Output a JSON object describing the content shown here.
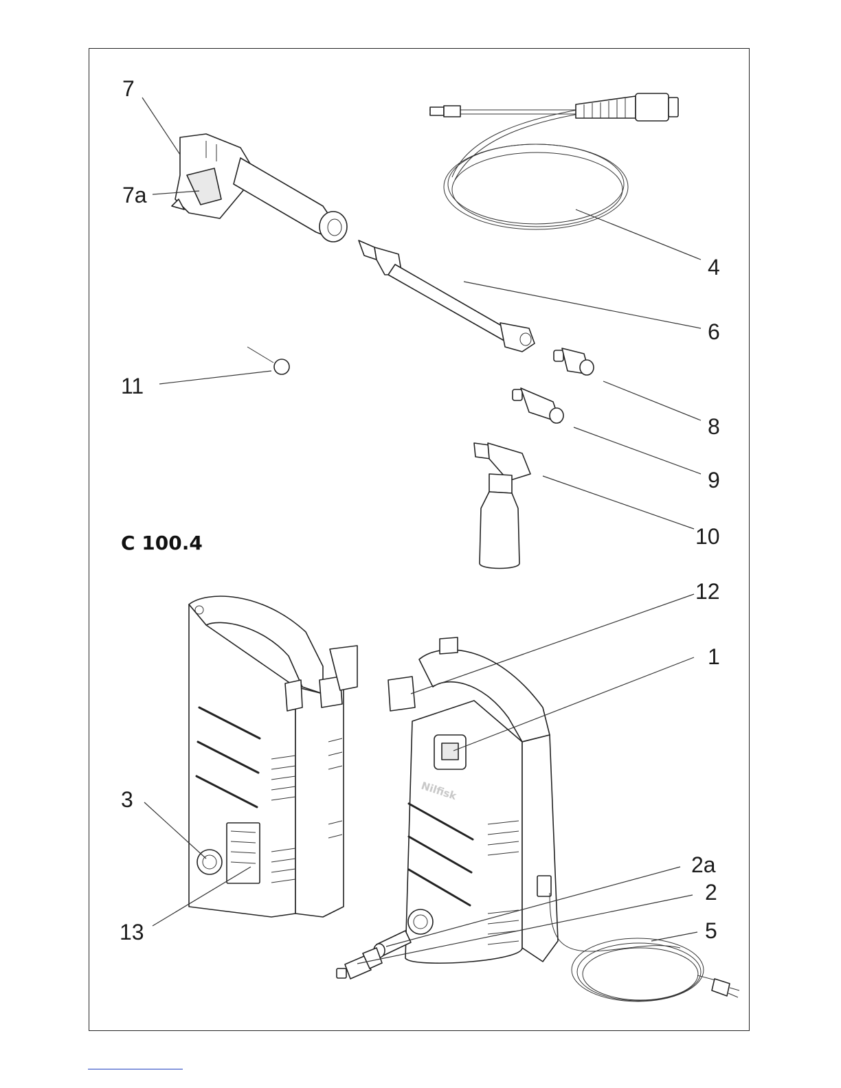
{
  "model_title": "C 100.4",
  "brand": "Nilfisk",
  "callouts": {
    "c1": "1",
    "c2": "2",
    "c2a": "2a",
    "c3": "3",
    "c4": "4",
    "c5": "5",
    "c6": "6",
    "c7": "7",
    "c7a": "7a",
    "c8": "8",
    "c9": "9",
    "c10": "10",
    "c11": "11",
    "c12": "12",
    "c13": "13"
  },
  "colors": {
    "line": "#222222",
    "footer_rule": "#1f3fbf"
  }
}
